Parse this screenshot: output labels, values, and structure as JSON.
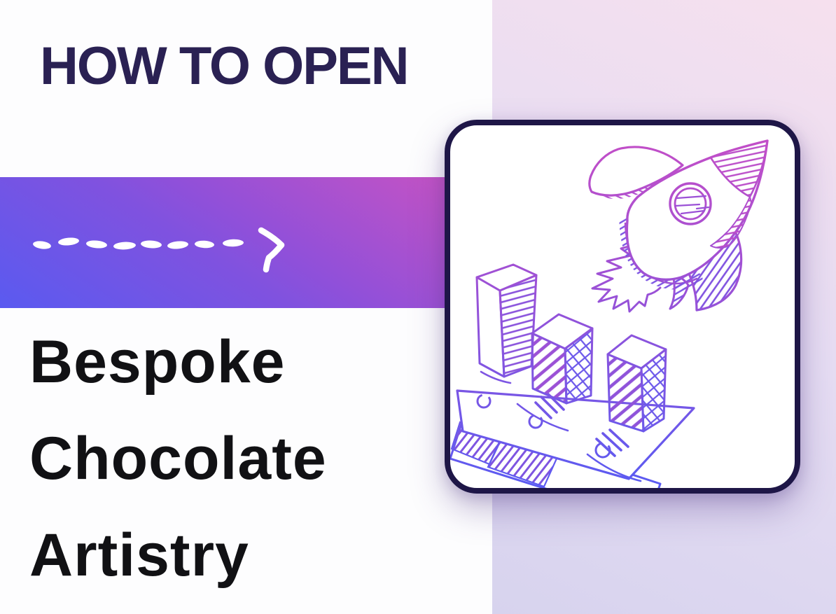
{
  "banner": {
    "kind": "marketing-cover",
    "background": "#fdfdfe"
  },
  "header": {
    "kicker": "HOW TO OPEN",
    "kicker_color": "#2a2153"
  },
  "headline": {
    "line1": "Bespoke",
    "line2": "Chocolate",
    "line3": "Artistry",
    "color": "#111114"
  },
  "band": {
    "gradient_start": "#5a5af0",
    "gradient_mid": "#9150d9",
    "gradient_end": "#c553c4",
    "arrow_icon": "hand-drawn-dashed-arrow-right",
    "arrow_color": "#ffffff"
  },
  "side_panel": {
    "gradient_bottom_left": "#d7d3ee",
    "gradient_top_right": "#f6e0ee"
  },
  "card": {
    "background": "#ffffff",
    "border_color": "#1e1647",
    "illustration_name": "rocket-launch-over-bar-chart-sketch",
    "ink_top": "#c64ec6",
    "ink_mid": "#9b51d6",
    "ink_bottom": "#5a5bf2"
  }
}
